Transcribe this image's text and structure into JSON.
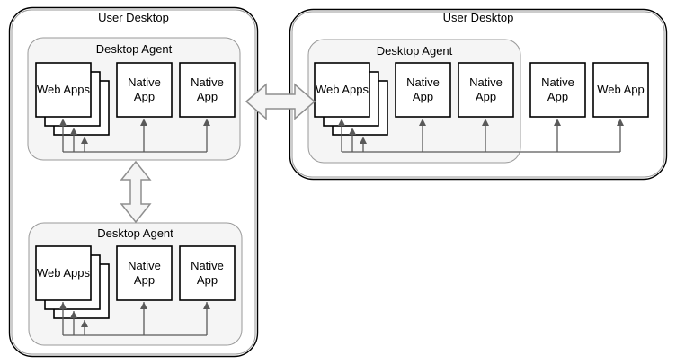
{
  "left_desktop": {
    "label": "User Desktop",
    "agents": [
      {
        "label": "Desktop Agent",
        "apps": [
          "Web Apps",
          "Native App",
          "Native App"
        ]
      },
      {
        "label": "Desktop Agent",
        "apps": [
          "Web Apps",
          "Native App",
          "Native App"
        ]
      }
    ]
  },
  "right_desktop": {
    "label": "User Desktop",
    "agents": [
      {
        "label": "Desktop Agent",
        "apps": [
          "Web Apps",
          "Native App",
          "Native App"
        ]
      }
    ],
    "standalone_apps": [
      "Native App",
      "Web App"
    ]
  },
  "colors": {
    "desktop_border": "#000000",
    "desktop_sketch_echo": "#999999",
    "agent_fill": "#f5f5f5",
    "agent_border": "#999999",
    "app_box_fill": "#ffffff",
    "app_box_border": "#000000",
    "connector": "#595959",
    "double_arrow_fill": "#f5f5f5",
    "double_arrow_border": "#8f8f8f",
    "text": "#000000"
  }
}
